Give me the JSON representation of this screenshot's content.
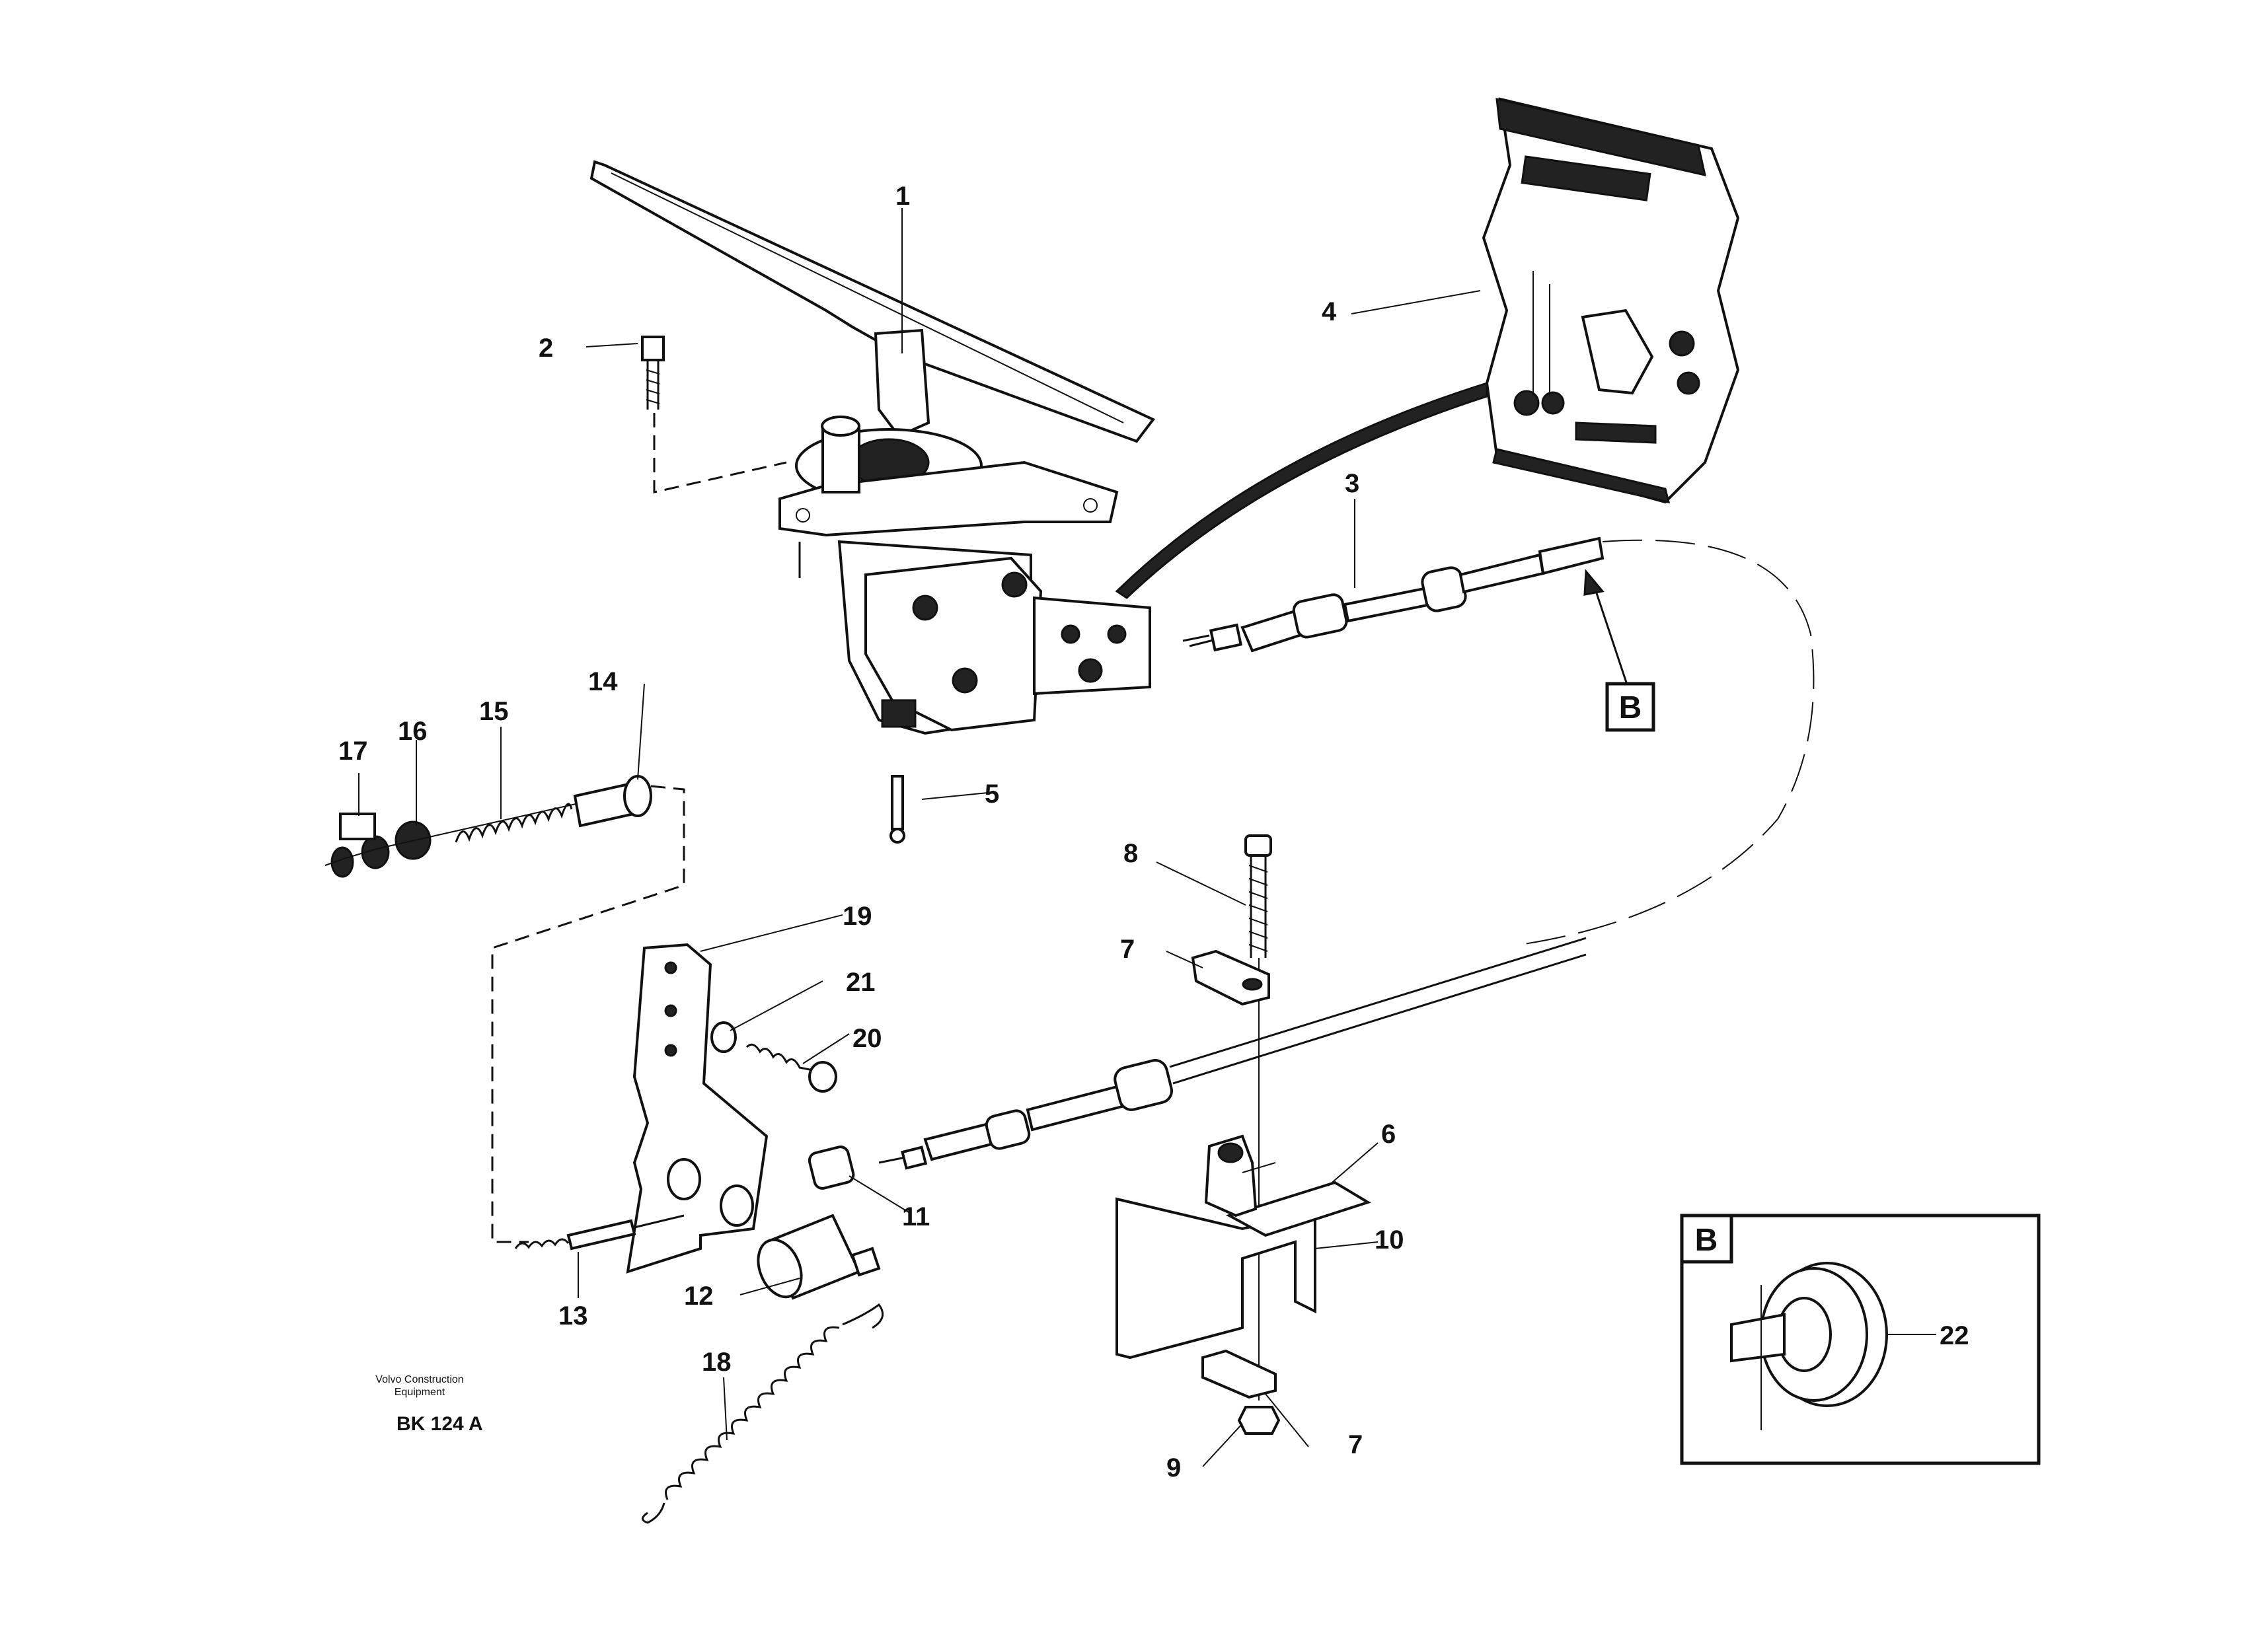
{
  "callouts": {
    "c1": "1",
    "c2": "2",
    "c3": "3",
    "c4": "4",
    "c5": "5",
    "c6": "6",
    "c7a": "7",
    "c7b": "7",
    "c8": "8",
    "c9": "9",
    "c10": "10",
    "c11": "11",
    "c12": "12",
    "c13": "13",
    "c14": "14",
    "c15": "15",
    "c16": "16",
    "c17": "17",
    "c18": "18",
    "c19": "19",
    "c20": "20",
    "c21": "21",
    "c22": "22"
  },
  "detail_marker": "B",
  "detail_box_label": "B",
  "caption": {
    "manufacturer_line1": "Volvo Construction",
    "manufacturer_line2": "Equipment",
    "reference": "BK 124 A"
  },
  "icons": [
    "accelerator-pedal-icon",
    "control-unit-icon",
    "cable-icon",
    "spring-icon",
    "bracket-icon",
    "bolt-icon",
    "nut-icon",
    "washer-icon",
    "grommet-icon"
  ]
}
